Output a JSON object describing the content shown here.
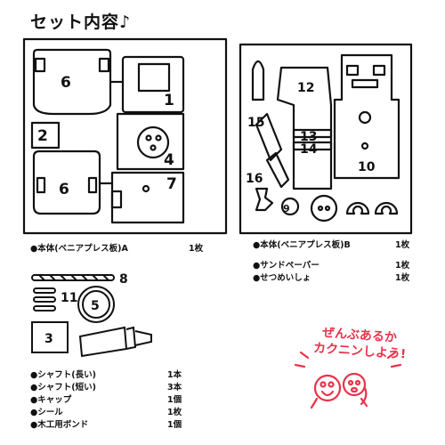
{
  "title": "セット内容♪",
  "panel_a": {
    "labels": [
      "6",
      "1",
      "2",
      "4",
      "6",
      "7"
    ],
    "caption_name": "●本体(ベニアプレス板)A",
    "caption_qty": "1枚"
  },
  "panel_b": {
    "labels": [
      "12",
      "15",
      "13",
      "14",
      "10",
      "16",
      "9"
    ],
    "caption_name": "●本体(ベニアプレス板)B",
    "caption_qty": "1枚",
    "extra_items": [
      {
        "name": "●サンドペーパー",
        "qty": "1枚"
      },
      {
        "name": "●せつめいしょ",
        "qty": "1枚"
      }
    ]
  },
  "parts": {
    "labels": [
      "8",
      "11",
      "5",
      "3"
    ],
    "items": [
      {
        "name": "●シャフト(長い)",
        "qty": "1本"
      },
      {
        "name": "●シャフト(短い)",
        "qty": "3本"
      },
      {
        "name": "●キャップ",
        "qty": "1個"
      },
      {
        "name": "●シール",
        "qty": "1枚"
      },
      {
        "name": "●木工用ボンド",
        "qty": "1個"
      }
    ]
  },
  "callout": {
    "line1": "ぜんぶあるか",
    "line2": "カクニンしよう!",
    "accent_color": "#e8334b"
  }
}
